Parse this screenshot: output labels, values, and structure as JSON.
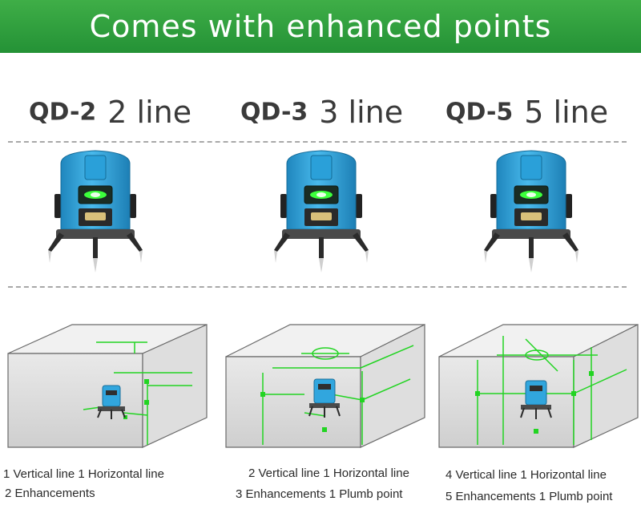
{
  "banner": {
    "title": "Comes with enhanced points"
  },
  "models": [
    {
      "code": "QD-2",
      "lines": "2 line",
      "caption_line1": "1 Vertical line 1 Horizontal line",
      "caption_line2": "2 Enhancements"
    },
    {
      "code": "QD-3",
      "lines": "3 line",
      "caption_line1": "2 Vertical line 1 Horizontal line",
      "caption_line2": "3 Enhancements 1 Plumb point"
    },
    {
      "code": "QD-5",
      "lines": "5 line",
      "caption_line1": "4 Vertical line 1 Horizontal line",
      "caption_line2": "5 Enhancements 1 Plumb point"
    }
  ],
  "colors": {
    "banner_green": "#2f9e3c",
    "laser_green": "#22d422",
    "device_blue": "#31a6de"
  }
}
